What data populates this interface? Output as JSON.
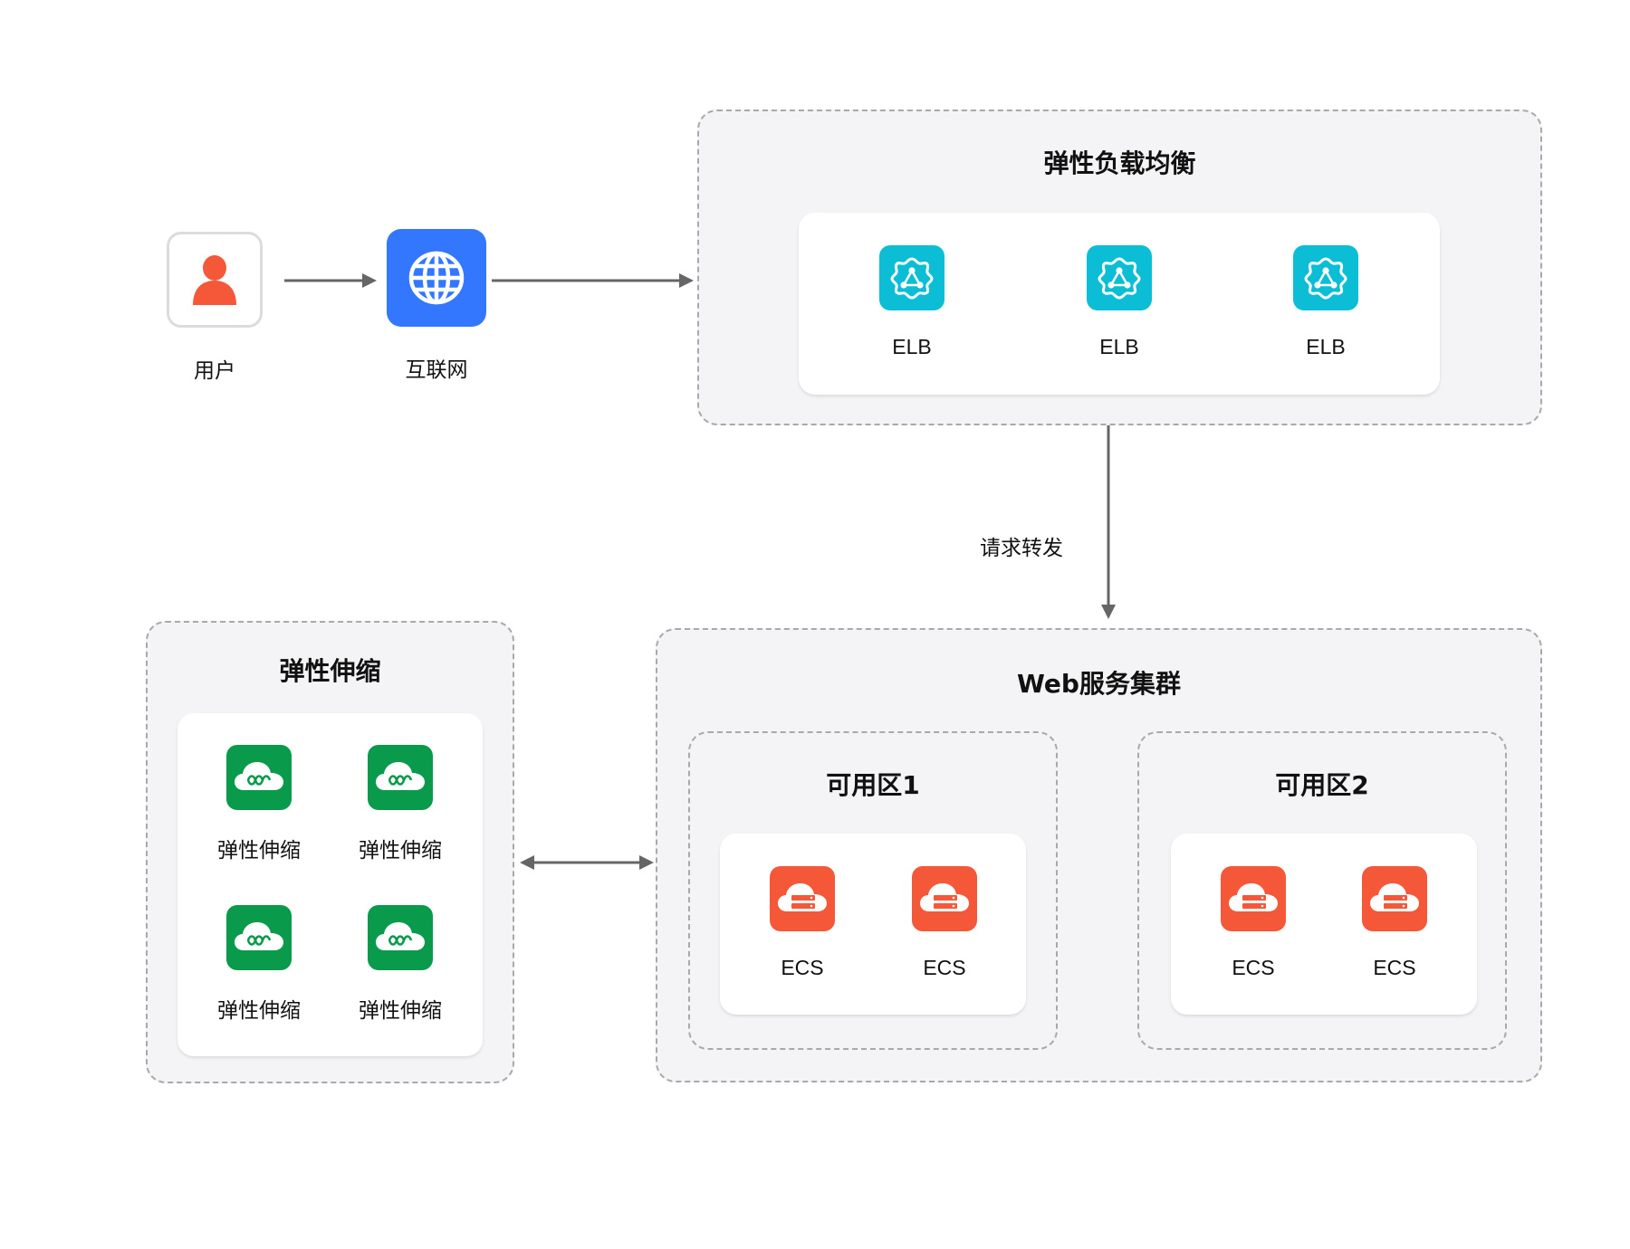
{
  "colors": {
    "elb": "#0bbed6",
    "ecs": "#f45838",
    "scaling": "#0a9a4c",
    "internet": "#3277fd",
    "user": "#f45838",
    "arrow": "#666666",
    "group_bg": "#f4f4f6",
    "group_border": "#a9a9ab"
  },
  "entry": {
    "user": {
      "label": "用户",
      "icon": "user-icon"
    },
    "internet": {
      "label": "互联网",
      "icon": "globe-icon"
    }
  },
  "elb_group": {
    "title": "弹性负载均衡",
    "items": [
      {
        "label": "ELB",
        "icon": "elb-icon"
      },
      {
        "label": "ELB",
        "icon": "elb-icon"
      },
      {
        "label": "ELB",
        "icon": "elb-icon"
      }
    ]
  },
  "edge_label": "请求转发",
  "scaling_group": {
    "title": "弹性伸缩",
    "items": [
      {
        "label": "弹性伸缩",
        "icon": "auto-scaling-icon"
      },
      {
        "label": "弹性伸缩",
        "icon": "auto-scaling-icon"
      },
      {
        "label": "弹性伸缩",
        "icon": "auto-scaling-icon"
      },
      {
        "label": "弹性伸缩",
        "icon": "auto-scaling-icon"
      }
    ]
  },
  "web_cluster": {
    "title": "Web服务集群",
    "zones": [
      {
        "title": "可用区1",
        "items": [
          {
            "label": "ECS",
            "icon": "ecs-icon"
          },
          {
            "label": "ECS",
            "icon": "ecs-icon"
          }
        ]
      },
      {
        "title": "可用区2",
        "items": [
          {
            "label": "ECS",
            "icon": "ecs-icon"
          },
          {
            "label": "ECS",
            "icon": "ecs-icon"
          }
        ]
      }
    ]
  }
}
